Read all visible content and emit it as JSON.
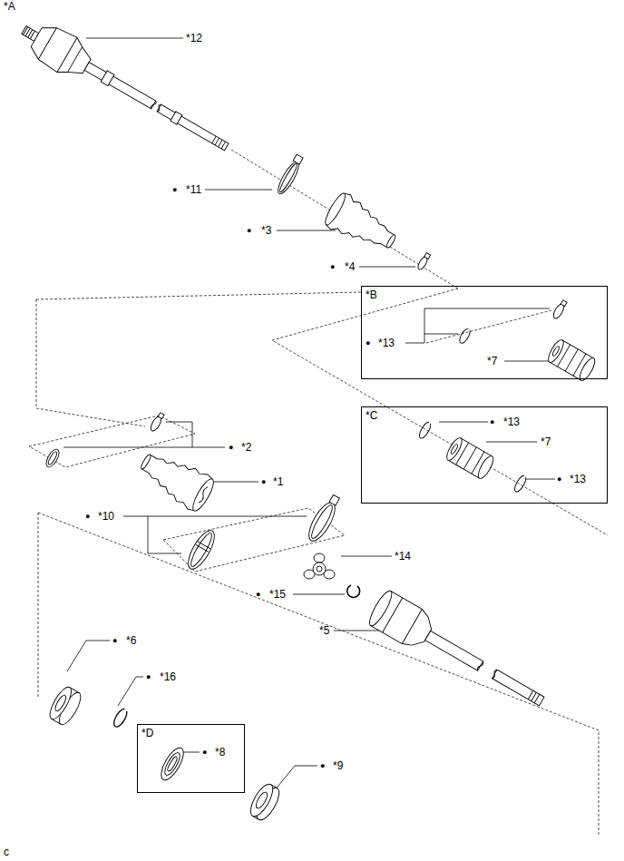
{
  "diagram": {
    "nodes": [
      {
        "text": [
          "*B"
        ]
      },
      {
        "text": [
          "*C"
        ]
      },
      {
        "text": [
          "*D"
        ]
      }
    ],
    "labels": [
      "*A",
      "*12",
      "●",
      "*11",
      "●",
      "*3",
      "●",
      "*4",
      "●",
      "*13",
      "*7",
      "●",
      "*13",
      "*7",
      "●",
      "*2",
      "●",
      "*13",
      "●",
      "*1",
      "●",
      "*10",
      "*14",
      "●",
      "*15",
      "*5",
      "●",
      "*6",
      "●",
      "*16",
      "●",
      "*8",
      "●",
      "*9",
      "c"
    ]
  }
}
